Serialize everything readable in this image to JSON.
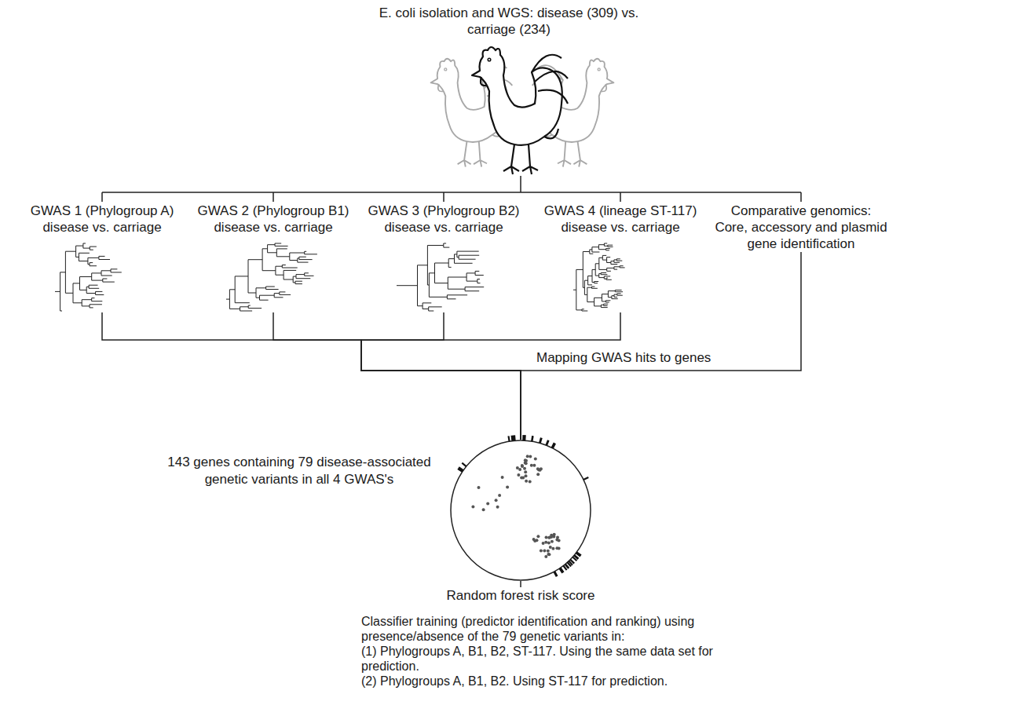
{
  "diagram": {
    "title": "E. coli isolation and WGS: disease (309) vs. carriage (234)",
    "nodes": [
      {
        "text": [
          "GWAS 1 (Phylogroup A) disease vs. carriage"
        ]
      },
      {
        "text": [
          "GWAS 2 (Phylogroup B1) disease vs. carriage"
        ]
      },
      {
        "text": [
          "GWAS 3 (Phylogroup B2) disease vs. carriage"
        ]
      },
      {
        "text": [
          "GWAS 4 (lineage ST-117) disease vs. carriage"
        ]
      },
      {
        "text": [
          "Comparative genomics: Core, accessory and plasmid gene identification"
        ]
      },
      {
        "text": [
          "143 genes containing 79 disease-associated genetic variants in all 4 GWAS's"
        ]
      },
      {
        "text": [
          "Random forest risk score"
        ]
      }
    ],
    "edges": [
      {
        "from": 0,
        "to": 5,
        "arrow": "none"
      },
      {
        "from": 1,
        "to": 5,
        "arrow": "none"
      },
      {
        "from": 2,
        "to": 5,
        "arrow": "none"
      },
      {
        "from": 3,
        "to": 5,
        "arrow": "none"
      },
      {
        "from": 4,
        "to": 5,
        "label": "Mapping GWAS hits to genes",
        "arrow": "none"
      },
      {
        "from": 5,
        "to": 6,
        "arrow": "none"
      }
    ],
    "labels": [
      "Classifier training (predictor identification and ranking) using presence/absence of the 79 genetic variants in:",
      "(1) Phylogroups A, B1, B2, ST-117. Using the same data set for prediction.",
      "(2) Phylogroups A, B1, B2. Using ST-117 for prediction."
    ]
  }
}
